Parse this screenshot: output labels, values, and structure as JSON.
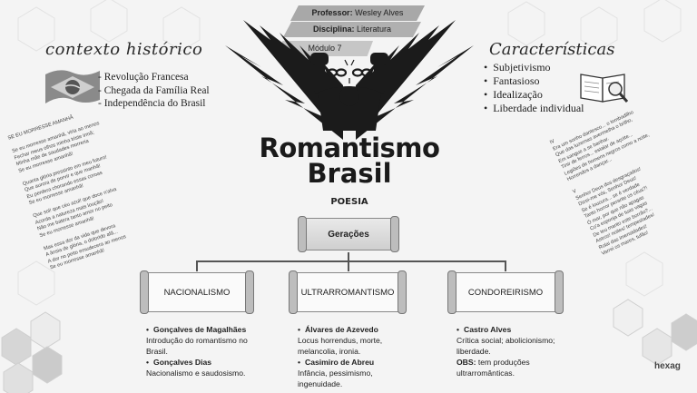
{
  "header": {
    "professor_label": "Professor:",
    "professor_value": "Wesley Alves",
    "disciplina_label": "Disciplina:",
    "disciplina_value": "Literatura",
    "modulo": "Módulo 7"
  },
  "left": {
    "title": "contexto histórico",
    "items": [
      "- Revolução Francesa",
      "- Chegada da Família Real",
      "- Independência do Brasil"
    ]
  },
  "right": {
    "title": "Características",
    "items": [
      "Subjetivismo",
      "Fantasioso",
      "Idealização",
      "Liberdade individual"
    ]
  },
  "logo": {
    "line1": "Romantismo",
    "line2": "Brasil",
    "subtitle": "POESIA"
  },
  "geracoes": "Gerações",
  "branches": [
    {
      "title": "NACIONALISMO",
      "name1": "Gonçalves de Magalhães",
      "text1": "Introdução do romantismo no Brasil.",
      "name2": "Gonçalves Dias",
      "text2": "Nacionalismo e saudosismo."
    },
    {
      "title": "ULTRARROMANTISMO",
      "name1": "Álvares de Azevedo",
      "text1": "Locus horrendus, morte, melancolia, ironia.",
      "name2": "Casimiro de Abreu",
      "text2": "Infância, pessimismo, ingenuidade."
    },
    {
      "title": "CONDOREIRISMO",
      "name1": "Castro Alves",
      "text1": "Crítica social; abolicionismo; liberdade.",
      "obs_label": "OBS:",
      "obs_text": "tem produções ultrarromânticas."
    }
  ],
  "poem_left": "SE EU MORRESSE AMANHÃ\n\nSe eu morresse amanhã, viria ao menos\nFechar meus olhos minha triste irmã;\nMinha mãe de saudades morreria\nSe eu morresse amanhã!\n\nQuanta glória pressinto em meu futuro!\nQue aurora de porvir e que manhã!\nEu perdera chorando essas coroas\nSe eu morresse amanhã!\n\nQue sol! que céu azul! que doce n'alva\nAcorda a natureza mais loução!\nNão me batera tanto amor no peito\nSe eu morresse amanhã!\n\nMas essa dor da vida que devora\nA ânsia de glória, o dolorido afã...\nA dor no peito emudecera ao menos\nSe eu morresse amanhã!",
  "poem_right": "IV\nEra um sonho dantesco... o tombadilho\nQue das luzernas avermelha o brilho,\nEm sangue a se banhar.\nTinir de ferros... estalar de açoite...\nLegiões de homens negros como a noite,\nHorrendos a dançar...\n\nV\nSenhor Deus dos desgraçados!\nDizei-me vós, Senhor Deus!\nSe é loucura... se é verdade\nTanto horror perante os céus?!\nÓ mar, por que não apagas\nCo'a esponja de tuas vagas\nDe teu manto este borrão?...\nAstros! noites! tempestades!\nRolai das imensidades!\nVarrei os mares, tufão!",
  "brand": "hexag"
}
